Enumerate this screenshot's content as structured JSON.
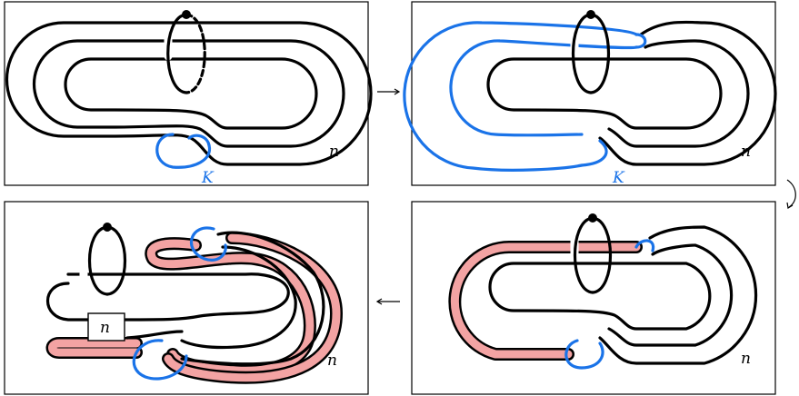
{
  "panels": [
    {
      "n_label": "n",
      "k_label": "K"
    },
    {
      "n_label": "n",
      "k_label": "K"
    },
    {
      "n_label": "n"
    },
    {
      "n_label": "n",
      "box_label": "n"
    }
  ],
  "colors": {
    "knot": "#000000",
    "component": "#1a73e8",
    "band": "#f3a3a3"
  }
}
